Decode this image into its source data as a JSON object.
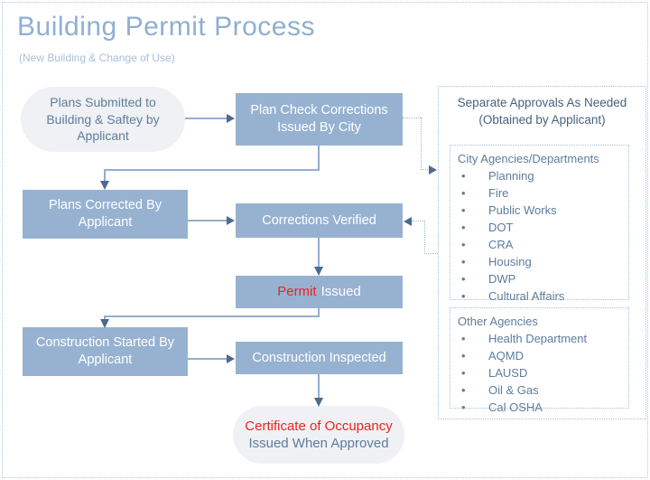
{
  "title": "Building Permit Process",
  "subtitle": "(New Building & Change of Use)",
  "nodes": {
    "plans_submitted": "Plans Submitted to Building & Saftey by Applicant",
    "plan_check": "Plan Check Corrections Issued By City",
    "plans_corrected": "Plans Corrected By Applicant",
    "corrections_verified": "Corrections Verified",
    "permit_highlight": "Permit",
    "permit_rest": "Issued",
    "construction_started": "Construction Started By Applicant",
    "construction_inspected": "Construction Inspected",
    "certificate_highlight": "Certificate of Occupancy",
    "certificate_rest": "Issued When Approved"
  },
  "panel": {
    "title_line1": "Separate Approvals As Needed",
    "title_line2": "(Obtained by Applicant)",
    "groups": [
      {
        "heading": "City Agencies/Departments",
        "items": [
          "Planning",
          "Fire",
          "Public Works",
          "DOT",
          "CRA",
          "Housing",
          "DWP",
          "Cultural Affairs"
        ]
      },
      {
        "heading": "Other Agencies",
        "items": [
          "Health Department",
          "AQMD",
          "LAUSD",
          "Oil & Gas",
          "Cal OSHA"
        ]
      }
    ]
  },
  "colors": {
    "box_blue": "#97B2D1",
    "title_blue": "#8FAFD3",
    "text_slate": "#5E7C9D",
    "header_slate": "#46627E",
    "accent_red": "#EE2222",
    "line_blue": "#94AECC",
    "arrow_dark": "#4C6B8D",
    "ellipse_fill": "#EFF1F4"
  }
}
